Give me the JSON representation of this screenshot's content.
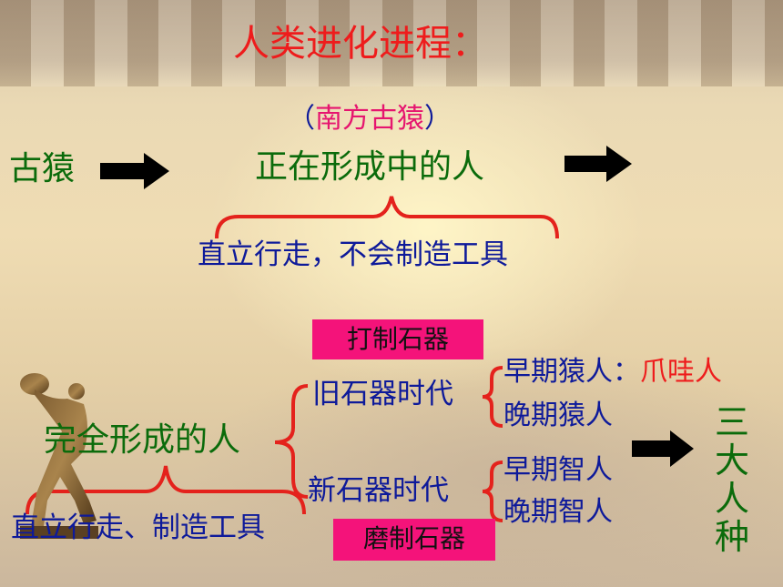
{
  "title": "人类进化进程：",
  "stage_one": {
    "ancestor": "古猿",
    "note_open": "（",
    "note": "南方古猿",
    "note_close": "）",
    "forming": "正在形成中的人",
    "forming_traits": "直立行走，不会制造工具"
  },
  "stage_two": {
    "formed": "完全形成的人",
    "formed_traits": "直立行走、制造工具",
    "paleolithic": {
      "label": "旧石器时代",
      "tool": "打制石器",
      "early_prefix": "早期猿人：",
      "early_example": "爪哇人",
      "late": "晚期猿人"
    },
    "neolithic": {
      "label": "新石器时代",
      "tool": "磨制石器",
      "early": "早期智人",
      "late": "晚期智人"
    },
    "result": [
      "三",
      "大",
      "人",
      "种"
    ]
  },
  "colors": {
    "title_red": "#ee1c1c",
    "green": "#0b6b0b",
    "blue": "#0e1a9a",
    "box_pink": "#f4137a",
    "bracket_red": "#e4221c"
  },
  "icons": [
    "right-arrow-icon",
    "discus-thrower-statue"
  ]
}
